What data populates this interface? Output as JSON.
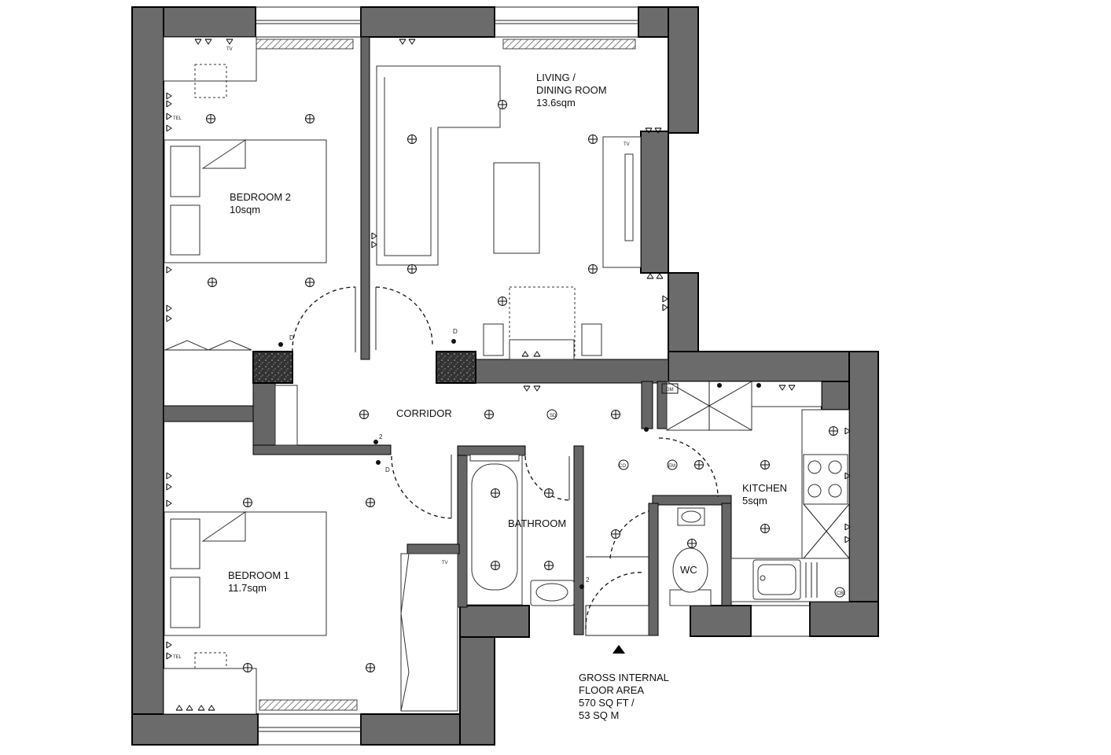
{
  "rooms": {
    "living": {
      "line1": "LIVING /",
      "line2": "DINING ROOM",
      "area": "13.6sqm"
    },
    "bedroom2": {
      "name": "BEDROOM 2",
      "area": "10sqm"
    },
    "bedroom1": {
      "name": "BEDROOM 1",
      "area": "11.7sqm"
    },
    "corridor": {
      "name": "CORRIDOR"
    },
    "bathroom": {
      "name": "BATHROOM"
    },
    "kitchen": {
      "name": "KITCHEN",
      "area": "5sqm"
    },
    "wc": {
      "name": "WC"
    }
  },
  "floor_area": {
    "line1": "GROSS INTERNAL",
    "line2": "FLOOR AREA",
    "line3": "570 SQ FT /",
    "line4": "53 SQ M"
  },
  "symbols": {
    "tv": "TV",
    "tel": "TEL",
    "door_label": "D",
    "switch_count": "2",
    "gm": "GM",
    "em": "EM",
    "sd": "SD",
    "co": "CO",
    "cbl": "CBL"
  },
  "icons": {
    "entrance": "entrance-arrow-icon",
    "ceiling_light": "ceiling-light-icon",
    "socket": "socket-icon",
    "hob": "hob-icon"
  },
  "colors": {
    "wall": "#6b6b6b",
    "outline": "#000000",
    "background": "#ffffff"
  }
}
